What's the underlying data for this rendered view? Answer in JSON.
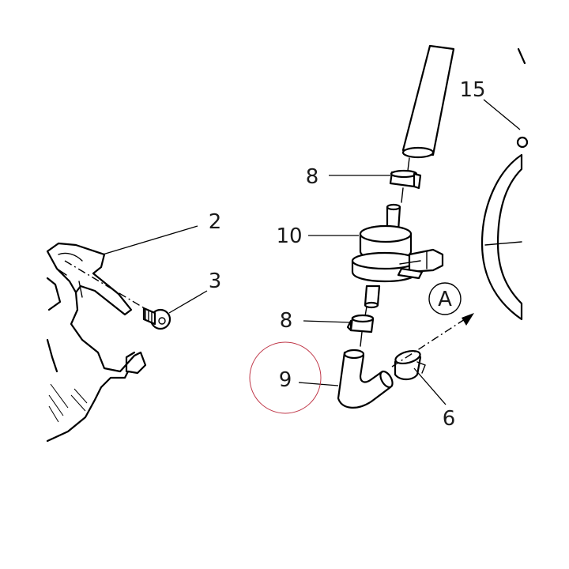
{
  "callouts": {
    "c2": "2",
    "c3": "3",
    "c6": "6",
    "c8_top": "8",
    "c8_bottom": "8",
    "c9": "9",
    "c10": "10",
    "c15": "15"
  },
  "view_marker": "A",
  "highlight_color": "#c0394a"
}
